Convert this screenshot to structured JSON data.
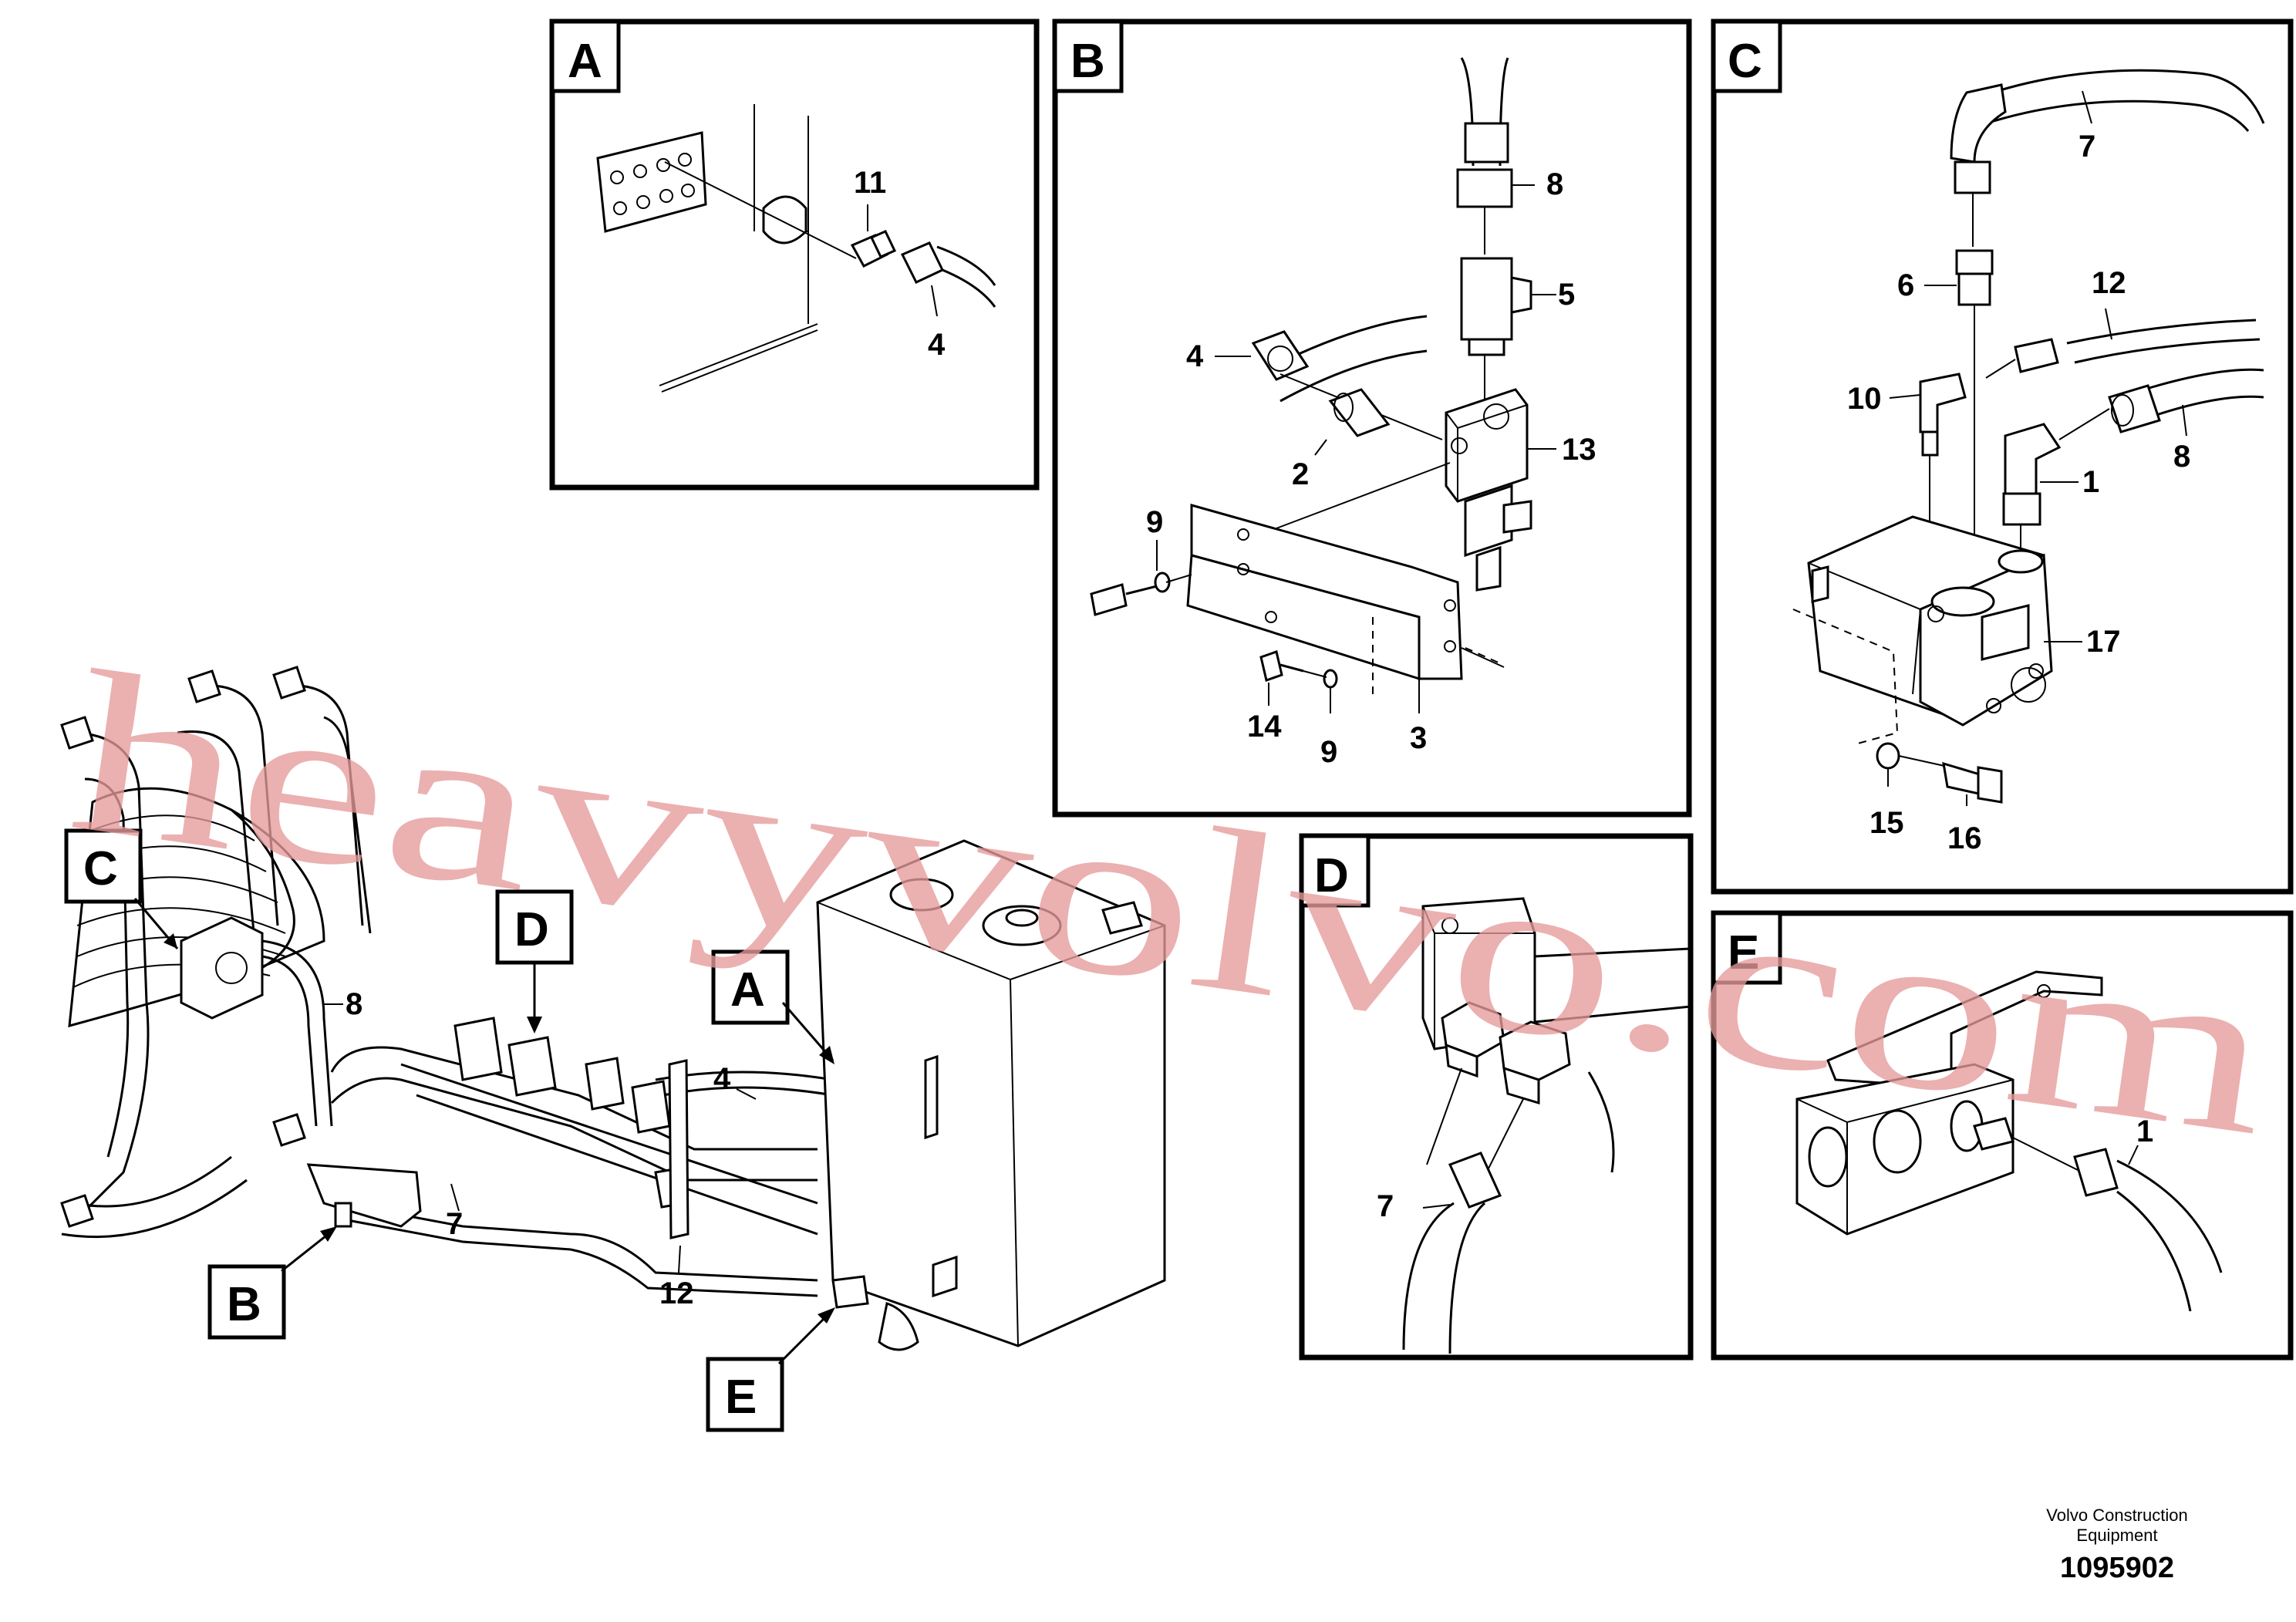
{
  "panels": {
    "a": {
      "tag": "A",
      "callouts": [
        "11",
        "4"
      ]
    },
    "b": {
      "tag": "B",
      "callouts": [
        "8",
        "5",
        "4",
        "13",
        "2",
        "9",
        "14",
        "9",
        "3"
      ]
    },
    "c": {
      "tag": "C",
      "callouts": [
        "7",
        "6",
        "12",
        "10",
        "8",
        "1",
        "17",
        "15",
        "16"
      ]
    },
    "d": {
      "tag": "D",
      "callouts": [
        "7"
      ]
    },
    "e": {
      "tag": "E",
      "callouts": [
        "1"
      ]
    }
  },
  "overview": {
    "tags": [
      "C",
      "D",
      "A",
      "B",
      "E"
    ],
    "callouts": [
      "8",
      "4",
      "7",
      "12"
    ]
  },
  "watermark": "heavyvolvo.com",
  "footer": {
    "brand_line1": "Volvo Construction",
    "brand_line2": "Equipment",
    "doc_number": "1095902"
  }
}
